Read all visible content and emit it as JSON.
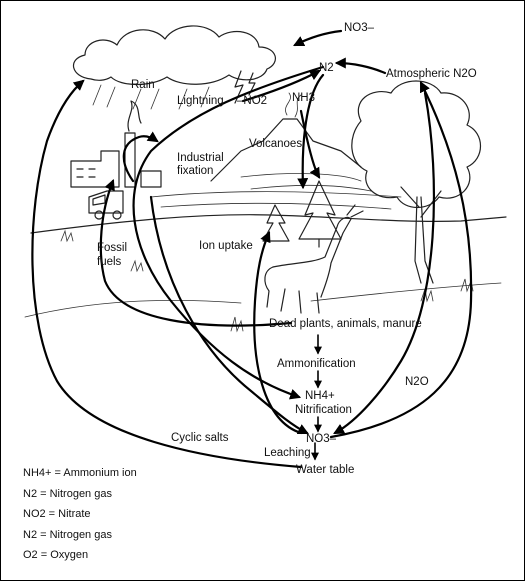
{
  "labels": {
    "no3_top": "NO3–",
    "n2_top": "N2",
    "atmospheric_n2o": "Atmospheric N2O",
    "rain": "Rain",
    "lightning": "Lightning",
    "no2": "–NO2",
    "nh3": "NH3",
    "volcanoes": "Volcanoes",
    "industrial_fixation_1": "Industrial",
    "industrial_fixation_2": "fixation",
    "fossil_fuels_1": "Fossil",
    "fossil_fuels_2": "fuels",
    "ion_uptake": "Ion uptake",
    "dead_plants": "Dead plants, animals, manure",
    "ammonification": "Ammonification",
    "nh4": "NH4+",
    "nitrification": "Nitrification",
    "n2o_right": "N2O",
    "cyclic_salts": "Cyclic salts",
    "no3_bottom": "NO3–",
    "leaching": "Leaching",
    "water_table": "Water table"
  },
  "legend": [
    "NH4+ = Ammonium ion",
    "N2 = Nitrogen gas",
    "NO2 = Nitrate",
    "N2 = Nitrogen gas",
    "O2 = Oxygen"
  ]
}
